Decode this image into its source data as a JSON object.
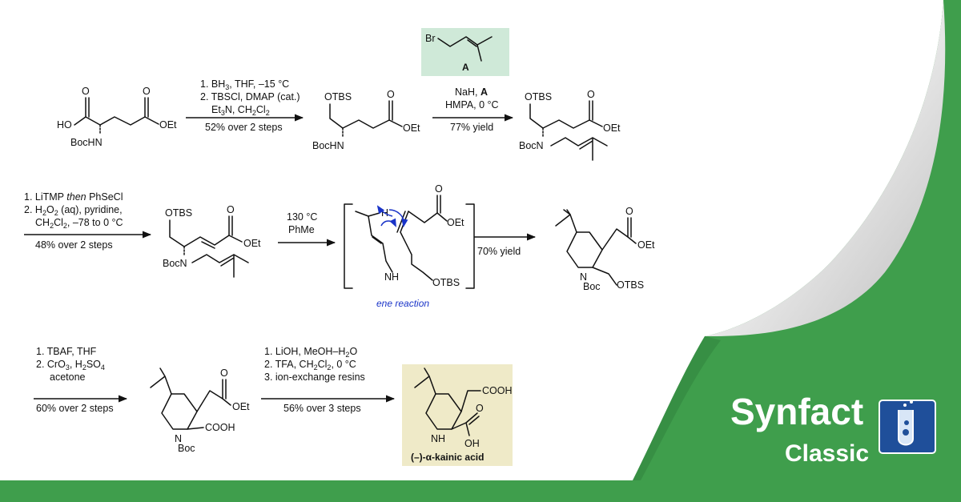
{
  "reagent_box": {
    "atom_br": "Br",
    "label": "A"
  },
  "step1": {
    "sm": {
      "ho": "HO",
      "nh": "BocHN",
      "oet": "OEt"
    },
    "conditions": [
      "1. BH",
      "2. TBSCl, DMAP (cat.)",
      "Et",
      "N, CH",
      "Cl"
    ],
    "line1_tail": ", THF, –15 °C",
    "yield": "52% over 2 steps"
  },
  "int1": {
    "otbs": "OTBS",
    "nh": "BocHN",
    "oet": "OEt"
  },
  "step2": {
    "cond1": "NaH, ",
    "cond1_bold": "A",
    "cond2": "HMPA, 0 °C",
    "yield": "77% yield"
  },
  "int2": {
    "otbs": "OTBS",
    "n": "Boc",
    "n2": "N",
    "oet": "OEt"
  },
  "step3": {
    "line1_a": "1. LiTMP ",
    "line1_b": "then",
    "line1_c": " PhSeCl",
    "line2": "2. H",
    "line2_b": "O",
    "line2_c": " (aq), pyridine,",
    "line3": "CH",
    "line3_b": "Cl",
    "line3_c": ", –78 to 0 °C",
    "yield": "48% over 2 steps"
  },
  "int3": {
    "otbs": "OTBS",
    "boc": "Boc",
    "n": "N",
    "oet": "OEt"
  },
  "step4": {
    "cond1": "130 °C",
    "cond2": "PhMe",
    "mech_label": "ene reaction",
    "yield": "70% yield"
  },
  "ts": {
    "h": "H",
    "nh": "H",
    "n": "N",
    "otbs": "OTBS",
    "oet": "OEt"
  },
  "int4": {
    "oet": "OEt",
    "n": "N",
    "boc": "Boc",
    "otbs": "OTBS"
  },
  "step5": {
    "line1": "1. TBAF, THF",
    "line2": "2. CrO",
    "line2_b": ", H",
    "line2_c": "SO",
    "line3": "acetone",
    "yield": "60% over 2 steps"
  },
  "int5": {
    "oet": "OEt",
    "n": "N",
    "boc": "Boc",
    "cooh": "COOH"
  },
  "step6": {
    "line1": "1. LiOH, MeOH–H",
    "line1_b": "O",
    "line2": "2. TFA, CH",
    "line2_b": "Cl",
    "line2_c": ", 0 °C",
    "line3": "3. ion-exchange resins",
    "yield": "56% over 3 steps"
  },
  "product": {
    "cooh": "COOH",
    "nh": "N",
    "h": "H",
    "oh": "OH",
    "name": "(–)-α-kainic acid"
  },
  "brand": {
    "title": "Synfact",
    "subtitle": "Classic"
  },
  "colors": {
    "background": "#3f9e4c",
    "page": "#ffffff",
    "reagent_box": "#cfe9d8",
    "product_box": "#efeac8",
    "mechanism": "#1a34c8"
  }
}
